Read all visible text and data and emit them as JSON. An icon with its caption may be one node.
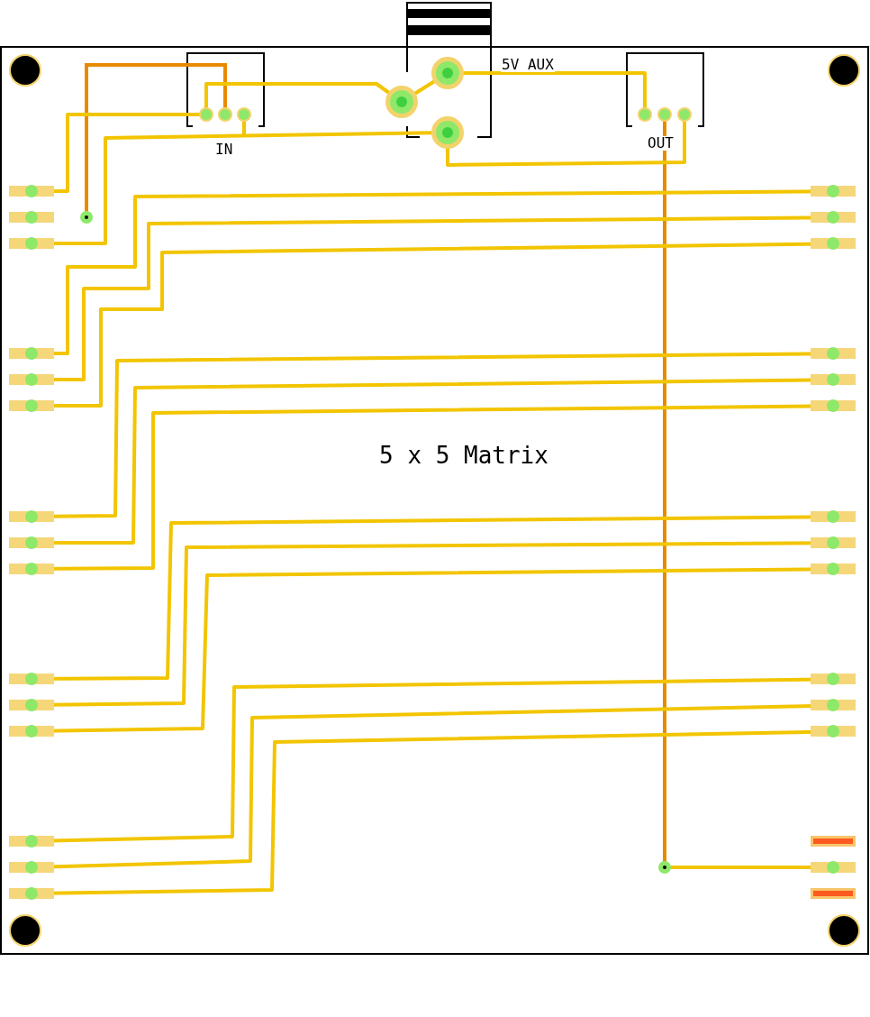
{
  "diagram": {
    "labels": [
      "5V AUX",
      "IN",
      "OUT",
      "5 x 5 Matrix"
    ]
  }
}
